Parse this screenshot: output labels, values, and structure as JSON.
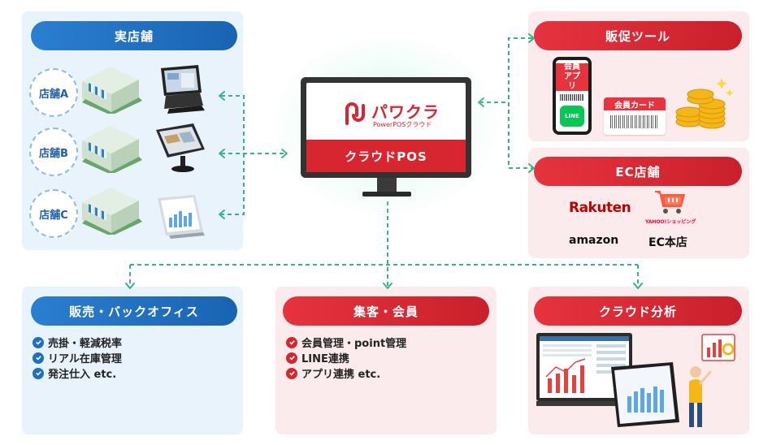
{
  "stores": {
    "title": "実店舗",
    "items": [
      {
        "label": "店舗A"
      },
      {
        "label": "店舗B"
      },
      {
        "label": "店舗C"
      }
    ]
  },
  "center": {
    "logo_name": "パワクラ",
    "logo_sub": "PowerPOSクラウド",
    "product": "クラウドPOS"
  },
  "promo": {
    "title": "販促ツール",
    "app_label": "会員アプリ",
    "line_label": "LINE",
    "card_label": "会員カード"
  },
  "ec": {
    "title": "EC店舗",
    "rakuten": "Rakuten",
    "yahoo": "YAHOO!ショッピング",
    "amazon": "amazon",
    "own": "EC本店"
  },
  "backoffice": {
    "title": "販売・バックオフィス",
    "features": [
      "売掛・軽減税率",
      "リアル在庫管理",
      "発注仕入 etc."
    ]
  },
  "members": {
    "title": "集客・会員",
    "features": [
      "会員管理・point管理",
      "LINE連携",
      "アプリ連携 etc."
    ]
  },
  "analytics": {
    "title": "クラウド分析"
  },
  "colors": {
    "brand_red": "#d7262f",
    "brand_blue": "#1f6fc1",
    "connector_green": "#35b48a"
  }
}
